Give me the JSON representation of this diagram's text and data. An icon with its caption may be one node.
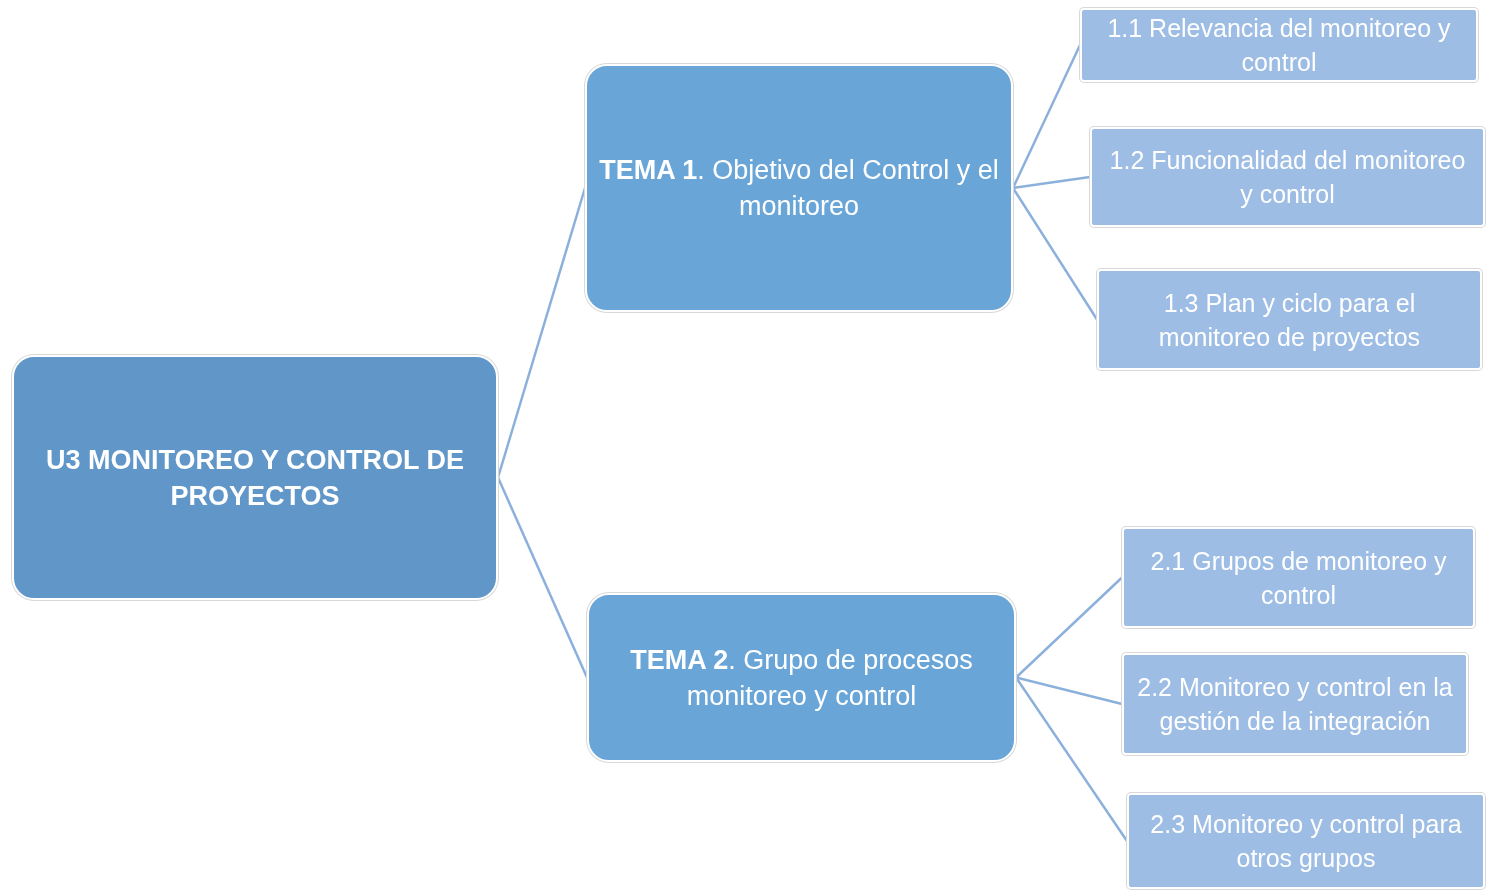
{
  "diagram": {
    "nodes": [
      {
        "text": [
          "U3 MONITOREO Y CONTROL DE PROYECTOS"
        ]
      },
      {
        "text": [
          "**TEMA 1**. Objetivo del Control y el monitoreo"
        ]
      },
      {
        "text": [
          "**TEMA 2**. Grupo de procesos monitoreo y control"
        ]
      },
      {
        "text": [
          "1.1 Relevancia del monitoreo y control"
        ]
      },
      {
        "text": [
          "1.2 Funcionalidad del monitoreo y control"
        ]
      },
      {
        "text": [
          "1.3 Plan y ciclo para el monitoreo de proyectos"
        ]
      },
      {
        "text": [
          "2.1 Grupos de monitoreo y control"
        ]
      },
      {
        "text": [
          "2.2 Monitoreo y control en la gestión de la integración"
        ]
      },
      {
        "text": [
          "2.3 Monitoreo y control para otros grupos"
        ]
      }
    ],
    "edges": [
      {
        "from": 0,
        "to": 1,
        "arrow": "none"
      },
      {
        "from": 0,
        "to": 2,
        "arrow": "none"
      },
      {
        "from": 1,
        "to": 3,
        "arrow": "none"
      },
      {
        "from": 1,
        "to": 4,
        "arrow": "none"
      },
      {
        "from": 1,
        "to": 5,
        "arrow": "none"
      },
      {
        "from": 2,
        "to": 6,
        "arrow": "none"
      },
      {
        "from": 2,
        "to": 7,
        "arrow": "none"
      },
      {
        "from": 2,
        "to": 8,
        "arrow": "none"
      }
    ]
  }
}
